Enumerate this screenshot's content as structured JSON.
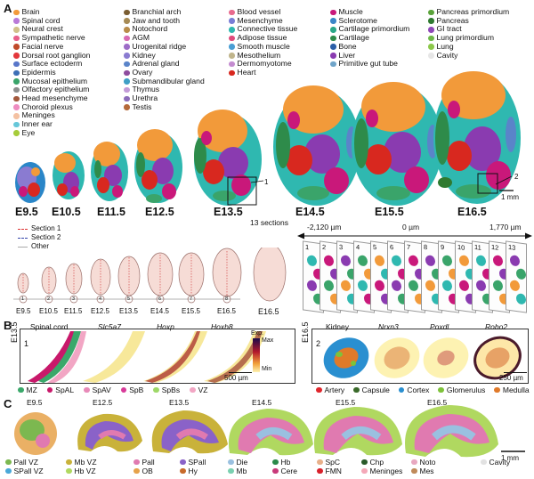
{
  "panel_letters": {
    "a": "A",
    "b": "B",
    "c": "C"
  },
  "legend_a": {
    "col1": [
      {
        "label": "Brain",
        "color": "#f29a3a"
      },
      {
        "label": "Spinal cord",
        "color": "#b97ad9"
      },
      {
        "label": "Neural crest",
        "color": "#d1c18a"
      },
      {
        "label": "Sympathetic nerve",
        "color": "#e85f8a"
      },
      {
        "label": "Facial nerve",
        "color": "#c04a2a"
      },
      {
        "label": "Dorsal root ganglion",
        "color": "#e3373c"
      },
      {
        "label": "Surface ectoderm",
        "color": "#5876c9"
      },
      {
        "label": "Epidermis",
        "color": "#3d6fb6"
      },
      {
        "label": "Mucosal epithelium",
        "color": "#3aa46a"
      },
      {
        "label": "Olfactory epithelium",
        "color": "#8e8e8e"
      },
      {
        "label": "Head mesenchyme",
        "color": "#a3583c"
      },
      {
        "label": "Choroid plexus",
        "color": "#ee8cc0"
      },
      {
        "label": "Meninges",
        "color": "#f4c1a2"
      },
      {
        "label": "Inner ear",
        "color": "#66c7d9"
      },
      {
        "label": "Eye",
        "color": "#a6cc3a"
      }
    ],
    "col2": [
      {
        "label": "Branchial arch",
        "color": "#7a5d32"
      },
      {
        "label": "Jaw and tooth",
        "color": "#a78b55"
      },
      {
        "label": "Notochord",
        "color": "#b98d4a"
      },
      {
        "label": "AGM",
        "color": "#d86ab3"
      },
      {
        "label": "Urogenital ridge",
        "color": "#9d6cc7"
      },
      {
        "label": "Kidney",
        "color": "#8a7bd1"
      },
      {
        "label": "Adrenal gland",
        "color": "#5a84c9"
      },
      {
        "label": "Ovary",
        "color": "#8e4c9e"
      },
      {
        "label": "Submandibular gland",
        "color": "#3f9fc6"
      },
      {
        "label": "Thymus",
        "color": "#c39bd8"
      },
      {
        "label": "Urethra",
        "color": "#8c6cba"
      },
      {
        "label": "Testis",
        "color": "#b56a3a"
      }
    ],
    "col3": [
      {
        "label": "Blood vessel",
        "color": "#e86a8e"
      },
      {
        "label": "Mesenchyme",
        "color": "#7a7ed6"
      },
      {
        "label": "Connective tissue",
        "color": "#2fb8b0"
      },
      {
        "label": "Adipose tissue",
        "color": "#e04c7c"
      },
      {
        "label": "Smooth muscle",
        "color": "#4a9ed4"
      },
      {
        "label": "Mesothelium",
        "color": "#c0b58c"
      },
      {
        "label": "Dermomyotome",
        "color": "#c48cd0"
      },
      {
        "label": "Heart",
        "color": "#d8281f"
      }
    ],
    "col4": [
      {
        "label": "Muscle",
        "color": "#c9187a"
      },
      {
        "label": "Sclerotome",
        "color": "#3a86c7"
      },
      {
        "label": "Cartilage primordium",
        "color": "#2aa888"
      },
      {
        "label": "Cartilage",
        "color": "#2e8b4a"
      },
      {
        "label": "Bone",
        "color": "#2a5ea8"
      },
      {
        "label": "Liver",
        "color": "#8a3bb0"
      },
      {
        "label": "Primitive gut tube",
        "color": "#6fa4c9"
      }
    ],
    "col5": [
      {
        "label": "Pancreas primordium",
        "color": "#5aa33a"
      },
      {
        "label": "Pancreas",
        "color": "#2f7a30"
      },
      {
        "label": "GI tract",
        "color": "#8f49b8"
      },
      {
        "label": "Lung primordium",
        "color": "#6eb848"
      },
      {
        "label": "Lung",
        "color": "#8cc84a"
      },
      {
        "label": "Cavity",
        "color": "#e6e6e6"
      }
    ]
  },
  "stages": [
    "E9.5",
    "E10.5",
    "E11.5",
    "E12.5",
    "E13.5",
    "E14.5",
    "E15.5",
    "E16.5"
  ],
  "callouts": {
    "one": "1",
    "two": "2"
  },
  "scale_a": "1 mm",
  "sections": {
    "legend": [
      "Section 1",
      "Section 2",
      "Other"
    ],
    "stage_labels": [
      "E9.5",
      "E10.5",
      "E11.5",
      "E12.5",
      "E13.5",
      "E14.5",
      "E15.5",
      "E16.5"
    ],
    "circle_nums": [
      "1",
      "2",
      "3",
      "4",
      "5",
      "6",
      "7",
      "8"
    ],
    "big_label": "E16.5",
    "count_label": "13 sections",
    "axis_left": "-2,120 µm",
    "axis_mid": "0 µm",
    "axis_right": "1,770 µm",
    "slice_nums": [
      "1",
      "2",
      "3",
      "4",
      "5",
      "6",
      "7",
      "8",
      "9",
      "10",
      "11",
      "12",
      "13"
    ]
  },
  "panel_b": {
    "left_stage": "E13.5",
    "right_stage": "E16.5",
    "left_num": "1",
    "right_num": "2",
    "left_titles": [
      "Spinal cord",
      "Slc5a7",
      "Hoxp",
      "Hoxb8"
    ],
    "right_titles": [
      "Kidney",
      "Nrxn3",
      "Poxdl",
      "Robo2"
    ],
    "exp_label": "Exp.",
    "max_label": "Max",
    "min_label": "Min",
    "scale_left": "500 µm",
    "scale_right": "250 µm",
    "legend_left": [
      {
        "label": "MZ",
        "color": "#3aa86a"
      },
      {
        "label": "SpAL",
        "color": "#c8186a"
      },
      {
        "label": "SpAV",
        "color": "#e88ab8"
      },
      {
        "label": "SpB",
        "color": "#d83a9a"
      },
      {
        "label": "SpBs",
        "color": "#9ed868"
      },
      {
        "label": "VZ",
        "color": "#f2a6c4"
      }
    ],
    "legend_right": [
      {
        "label": "Artery",
        "color": "#e0262c"
      },
      {
        "label": "Capsule",
        "color": "#3a6a2a"
      },
      {
        "label": "Cortex",
        "color": "#2a8fd0"
      },
      {
        "label": "Glomerulus",
        "color": "#7ec23a"
      },
      {
        "label": "Medulla",
        "color": "#e07a2a"
      }
    ]
  },
  "panel_c": {
    "stages": [
      "E9.5",
      "E12.5",
      "E13.5",
      "E14.5",
      "E15.5",
      "E16.5"
    ],
    "scale": "1 mm",
    "legend": [
      [
        {
          "label": "Pall VZ",
          "color": "#7cb850"
        },
        {
          "label": "SPall VZ",
          "color": "#4aa8d8"
        }
      ],
      [
        {
          "label": "Mb VZ",
          "color": "#c9b23a"
        },
        {
          "label": "Hb VZ",
          "color": "#b0d860"
        }
      ],
      [
        {
          "label": "Pall",
          "color": "#e07ab0"
        },
        {
          "label": "OB",
          "color": "#e6a24a"
        }
      ],
      [
        {
          "label": "SPall",
          "color": "#8a62c8"
        },
        {
          "label": "Hy",
          "color": "#c86a2a"
        }
      ],
      [
        {
          "label": "Die",
          "color": "#9ac0e0"
        },
        {
          "label": "Mb",
          "color": "#7ad0b0"
        }
      ],
      [
        {
          "label": "Hb",
          "color": "#2a8a4a"
        },
        {
          "label": "Cere",
          "color": "#c83a7a"
        }
      ],
      [
        {
          "label": "SpC",
          "color": "#e8b08a"
        },
        {
          "label": "FMN",
          "color": "#d8202a"
        }
      ],
      [
        {
          "label": "Chp",
          "color": "#2a5a2a"
        },
        {
          "label": "Meninges",
          "color": "#f4a8b8"
        }
      ],
      [
        {
          "label": "Noto",
          "color": "#e8a8c0"
        },
        {
          "label": "Mes",
          "color": "#c08a5a"
        }
      ],
      [
        {
          "label": "Cavity",
          "color": "#e2e2e2"
        }
      ]
    ]
  }
}
